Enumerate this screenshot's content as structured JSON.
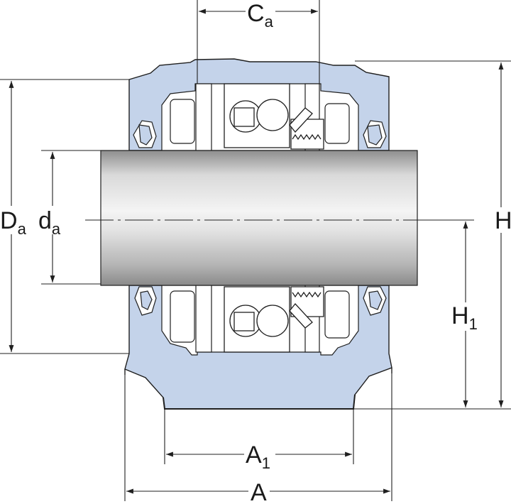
{
  "dimensions": {
    "ca": {
      "main": "C",
      "sub": "a"
    },
    "da_outer": {
      "main": "D",
      "sub": "a"
    },
    "da_inner": {
      "main": "d",
      "sub": "a"
    },
    "h": {
      "main": "H",
      "sub": ""
    },
    "h1": {
      "main": "H",
      "sub": "1"
    },
    "a1": {
      "main": "A",
      "sub": "1"
    },
    "a": {
      "main": "A",
      "sub": ""
    }
  },
  "colors": {
    "housing": "#c4d3ea",
    "line": "#1f1f1f",
    "shaft_light": "#f2f2f2",
    "shaft_dark": "#9a9a9a"
  }
}
